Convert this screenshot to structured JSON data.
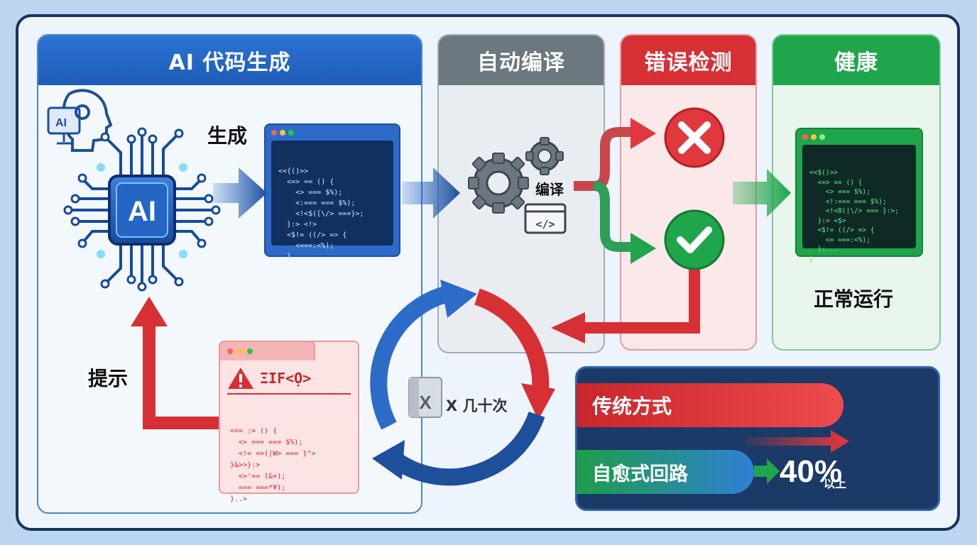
{
  "columns": {
    "ai": "AI 代码生成",
    "compile": "自动编译",
    "detect": "错误检测",
    "health": "健康"
  },
  "labels": {
    "generate": "生成",
    "compile_small": "编译",
    "hint": "提示",
    "running": "正常运行",
    "times": "X 几十次",
    "chip": "AI",
    "head_ai": "AI",
    "excel": "X"
  },
  "code": {
    "generated": [
      "<<{()>>",
      "  <=> == () {",
      "    <> === $%);",
      "    <:=== === $%);",
      "    <!<$([\\/> ===}>;",
      "  }:> <!>",
      "  <$!= ((/> => {",
      "    <===:<%);",
      "  }..."
    ],
    "healthy": [
      "<<$()>>",
      "  <=> == () {",
      "    <> === $%);",
      "    <!:=== === $%);",
      "    <!<8(|\\/> === }:>;",
      "  }:> <$>",
      "  <$!= ((/> => {",
      "    <= ===:<%);",
      "  }:...",
      "}"
    ],
    "error": [
      "<<= := () {",
      "  <> === === $%);",
      "  <!= <=(|W> === }\">",
      "}&>>}:>",
      "  <>'== (&+);",
      "  === ===*¥);",
      "}..>"
    ],
    "error_title": "ΞIF<Ọ>"
  },
  "comparison": {
    "traditional": "传统方式",
    "self_healing": "自愈式回路",
    "improvement_value": "40%",
    "improvement_suffix": "以上"
  },
  "colors": {
    "blue": "#1d5cb8",
    "gray": "#6d7780",
    "red": "#d63035",
    "green": "#1fa54b",
    "navy": "#1b3a67"
  }
}
